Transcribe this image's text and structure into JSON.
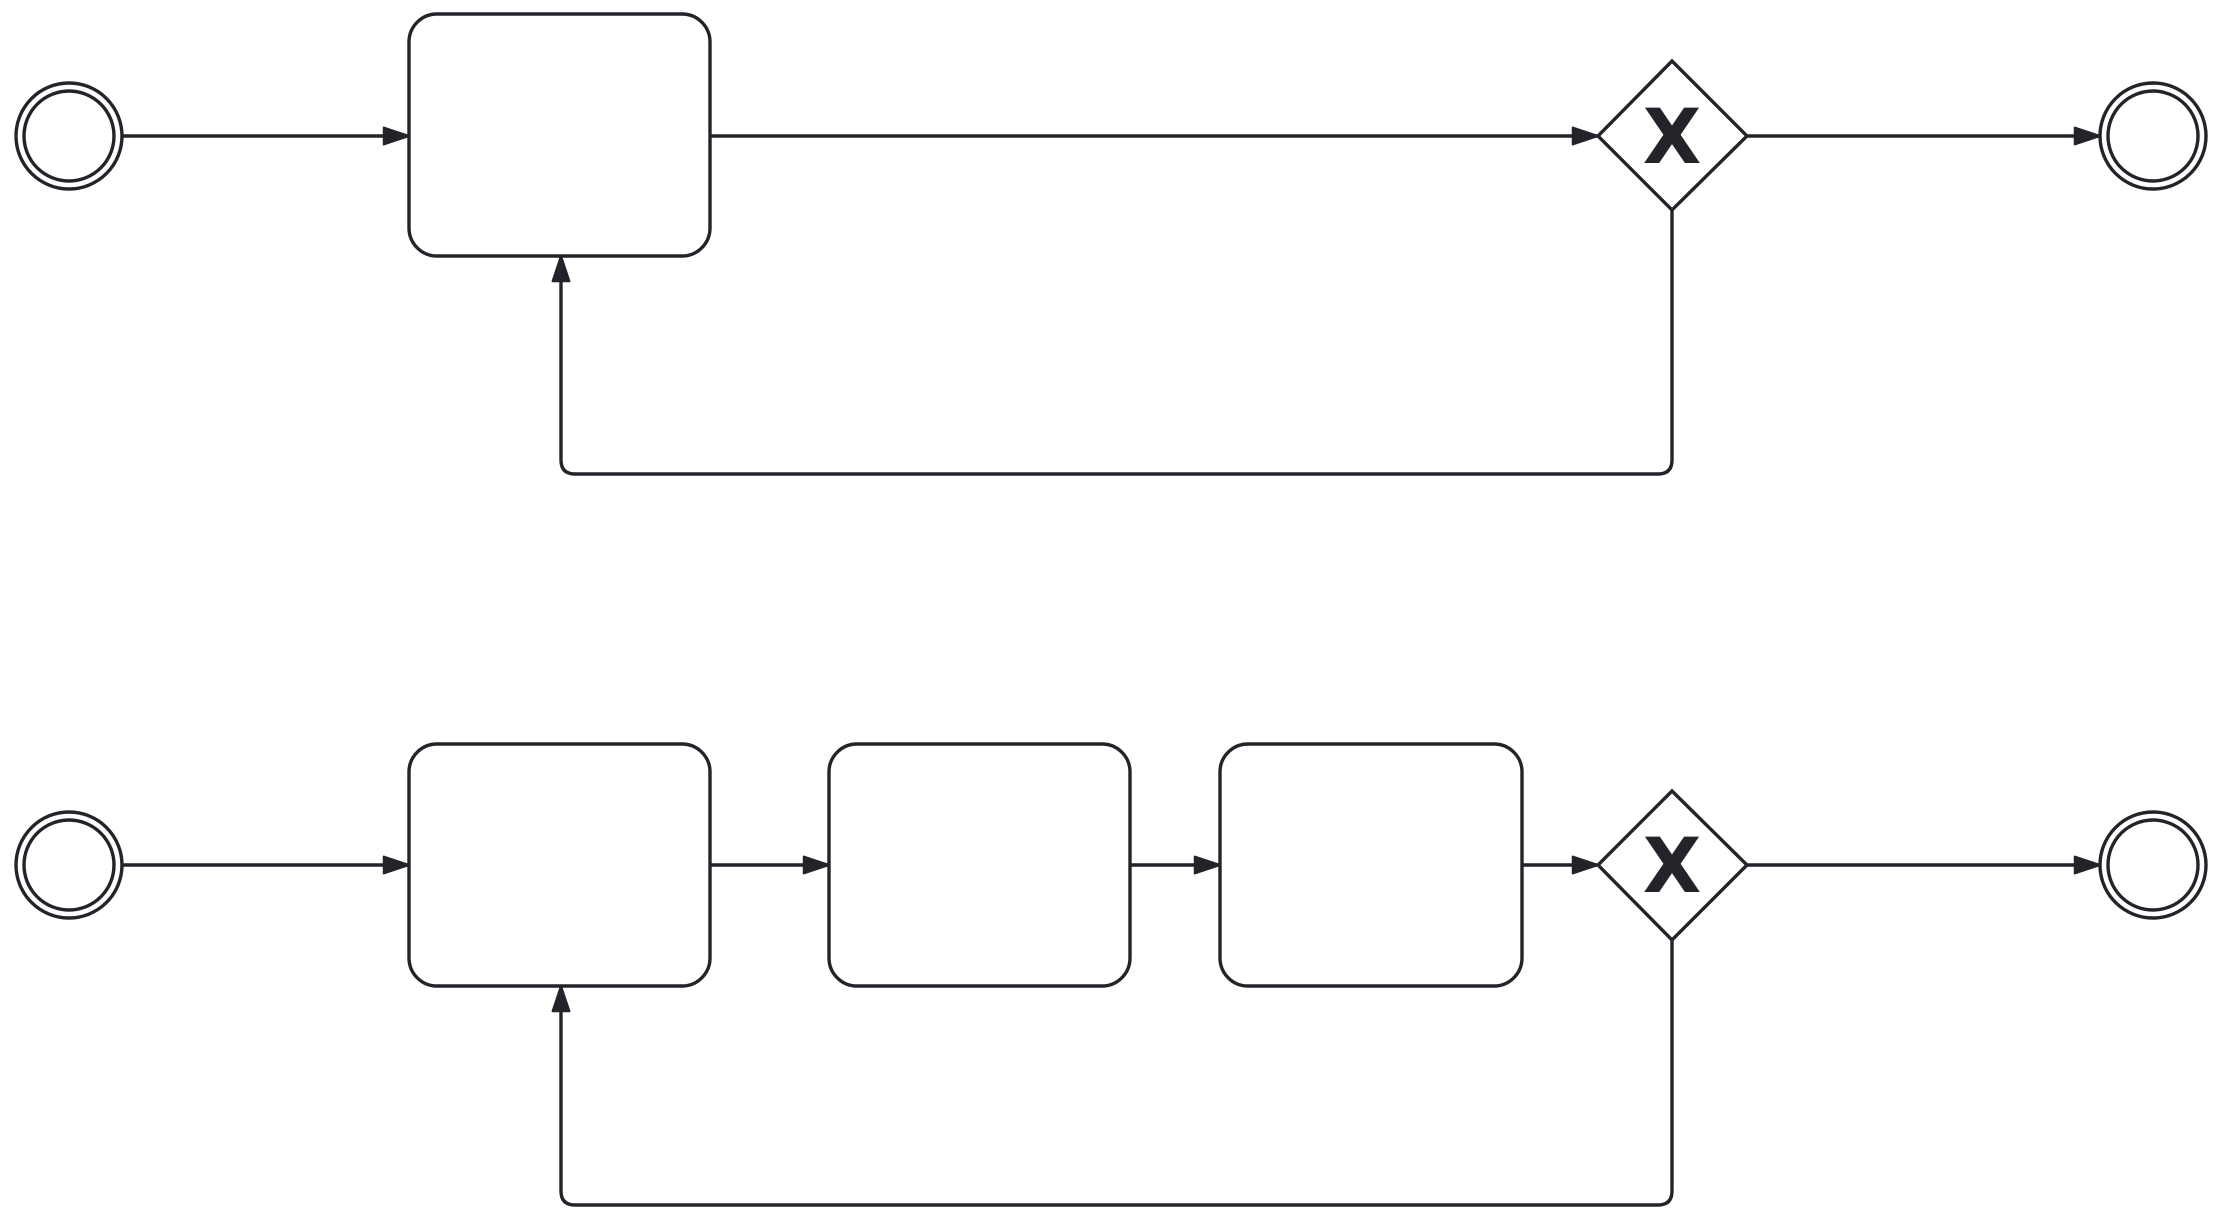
{
  "diagram": {
    "type": "bpmn-process",
    "colors": {
      "stroke": "#22242a",
      "fill": "#ffffff",
      "background": "#ffffff"
    },
    "processes": [
      {
        "start_event": "start-event",
        "tasks": [
          "",
          ""
        ],
        "gateway": {
          "kind": "exclusive",
          "marker": "X"
        },
        "end_event": "end-event",
        "loop_back": "gateway-to-first-task"
      },
      {
        "start_event": "start-event",
        "tasks": [
          "",
          "",
          ""
        ],
        "gateway": {
          "kind": "exclusive",
          "marker": "X"
        },
        "end_event": "end-event",
        "loop_back": "gateway-to-first-task"
      }
    ]
  }
}
